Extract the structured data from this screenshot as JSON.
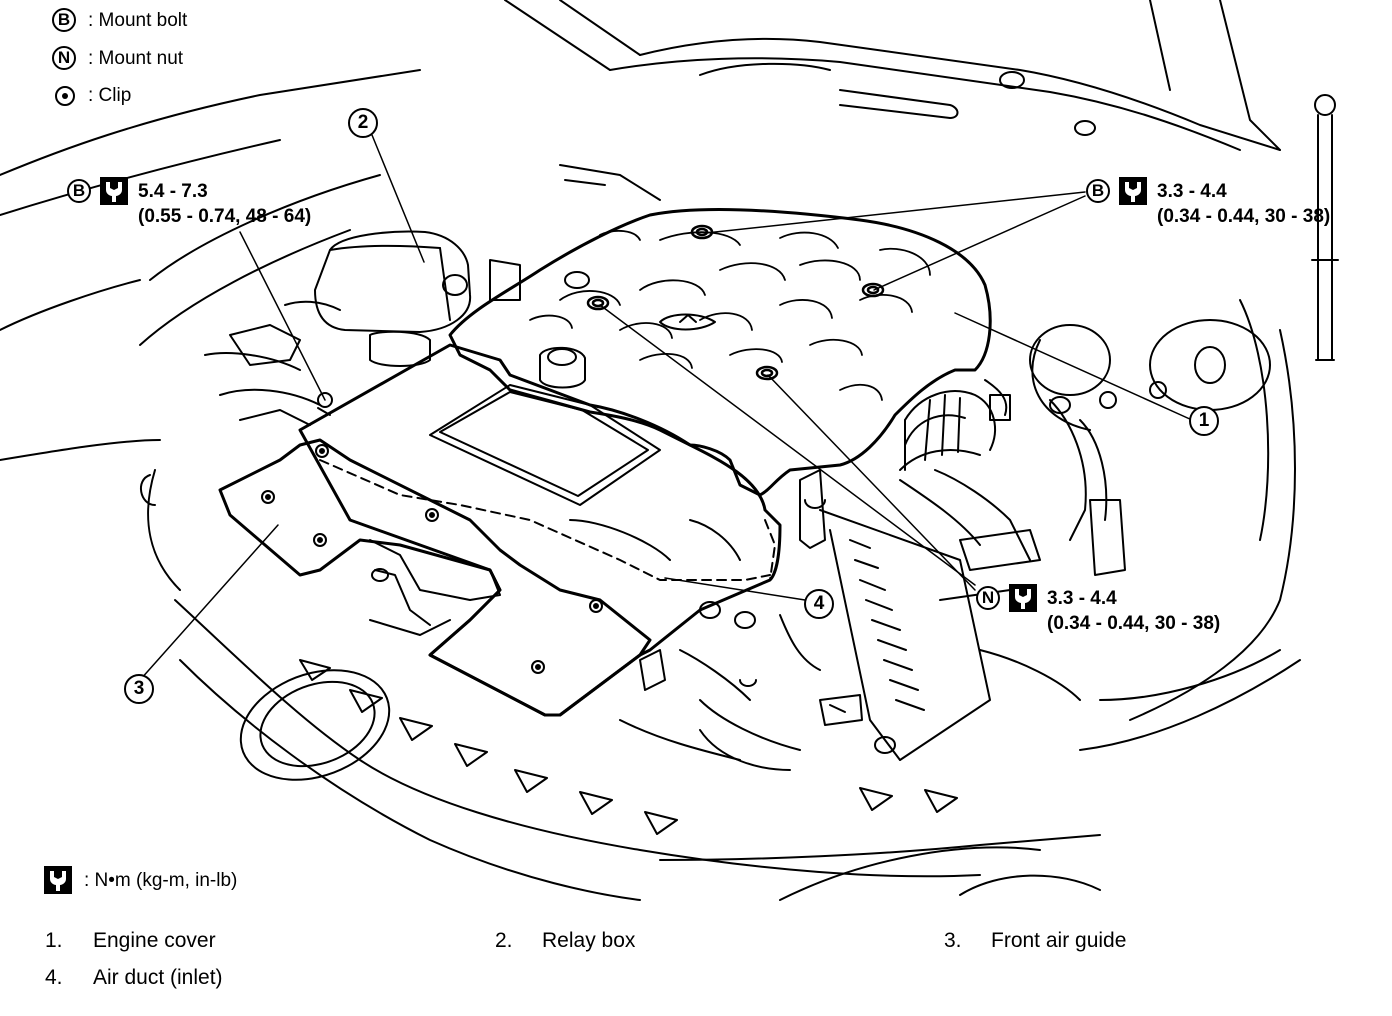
{
  "legend": {
    "bolt": {
      "symbol": "B",
      "text": ": Mount bolt"
    },
    "nut": {
      "symbol": "N",
      "text": ": Mount nut"
    },
    "clip": {
      "text": ": Clip"
    }
  },
  "torque_specs": {
    "left_bolt": {
      "symbol": "B",
      "value": "5.4 - 7.3",
      "alt": "(0.55 - 0.74, 48 - 64)"
    },
    "right_bolt": {
      "symbol": "B",
      "value": "3.3 - 4.4",
      "alt": "(0.34 - 0.44, 30 - 38)"
    },
    "nut": {
      "symbol": "N",
      "value": "3.3 - 4.4",
      "alt": "(0.34 - 0.44, 30 - 38)"
    }
  },
  "callouts": {
    "c1": "1",
    "c2": "2",
    "c3": "3",
    "c4": "4"
  },
  "unit_note": ":  N•m  (kg-m,  in-lb)",
  "parts": [
    {
      "num": "1.",
      "name": "Engine cover"
    },
    {
      "num": "2.",
      "name": "Relay box"
    },
    {
      "num": "3.",
      "name": "Front air guide"
    },
    {
      "num": "4.",
      "name": "Air duct (inlet)"
    }
  ]
}
